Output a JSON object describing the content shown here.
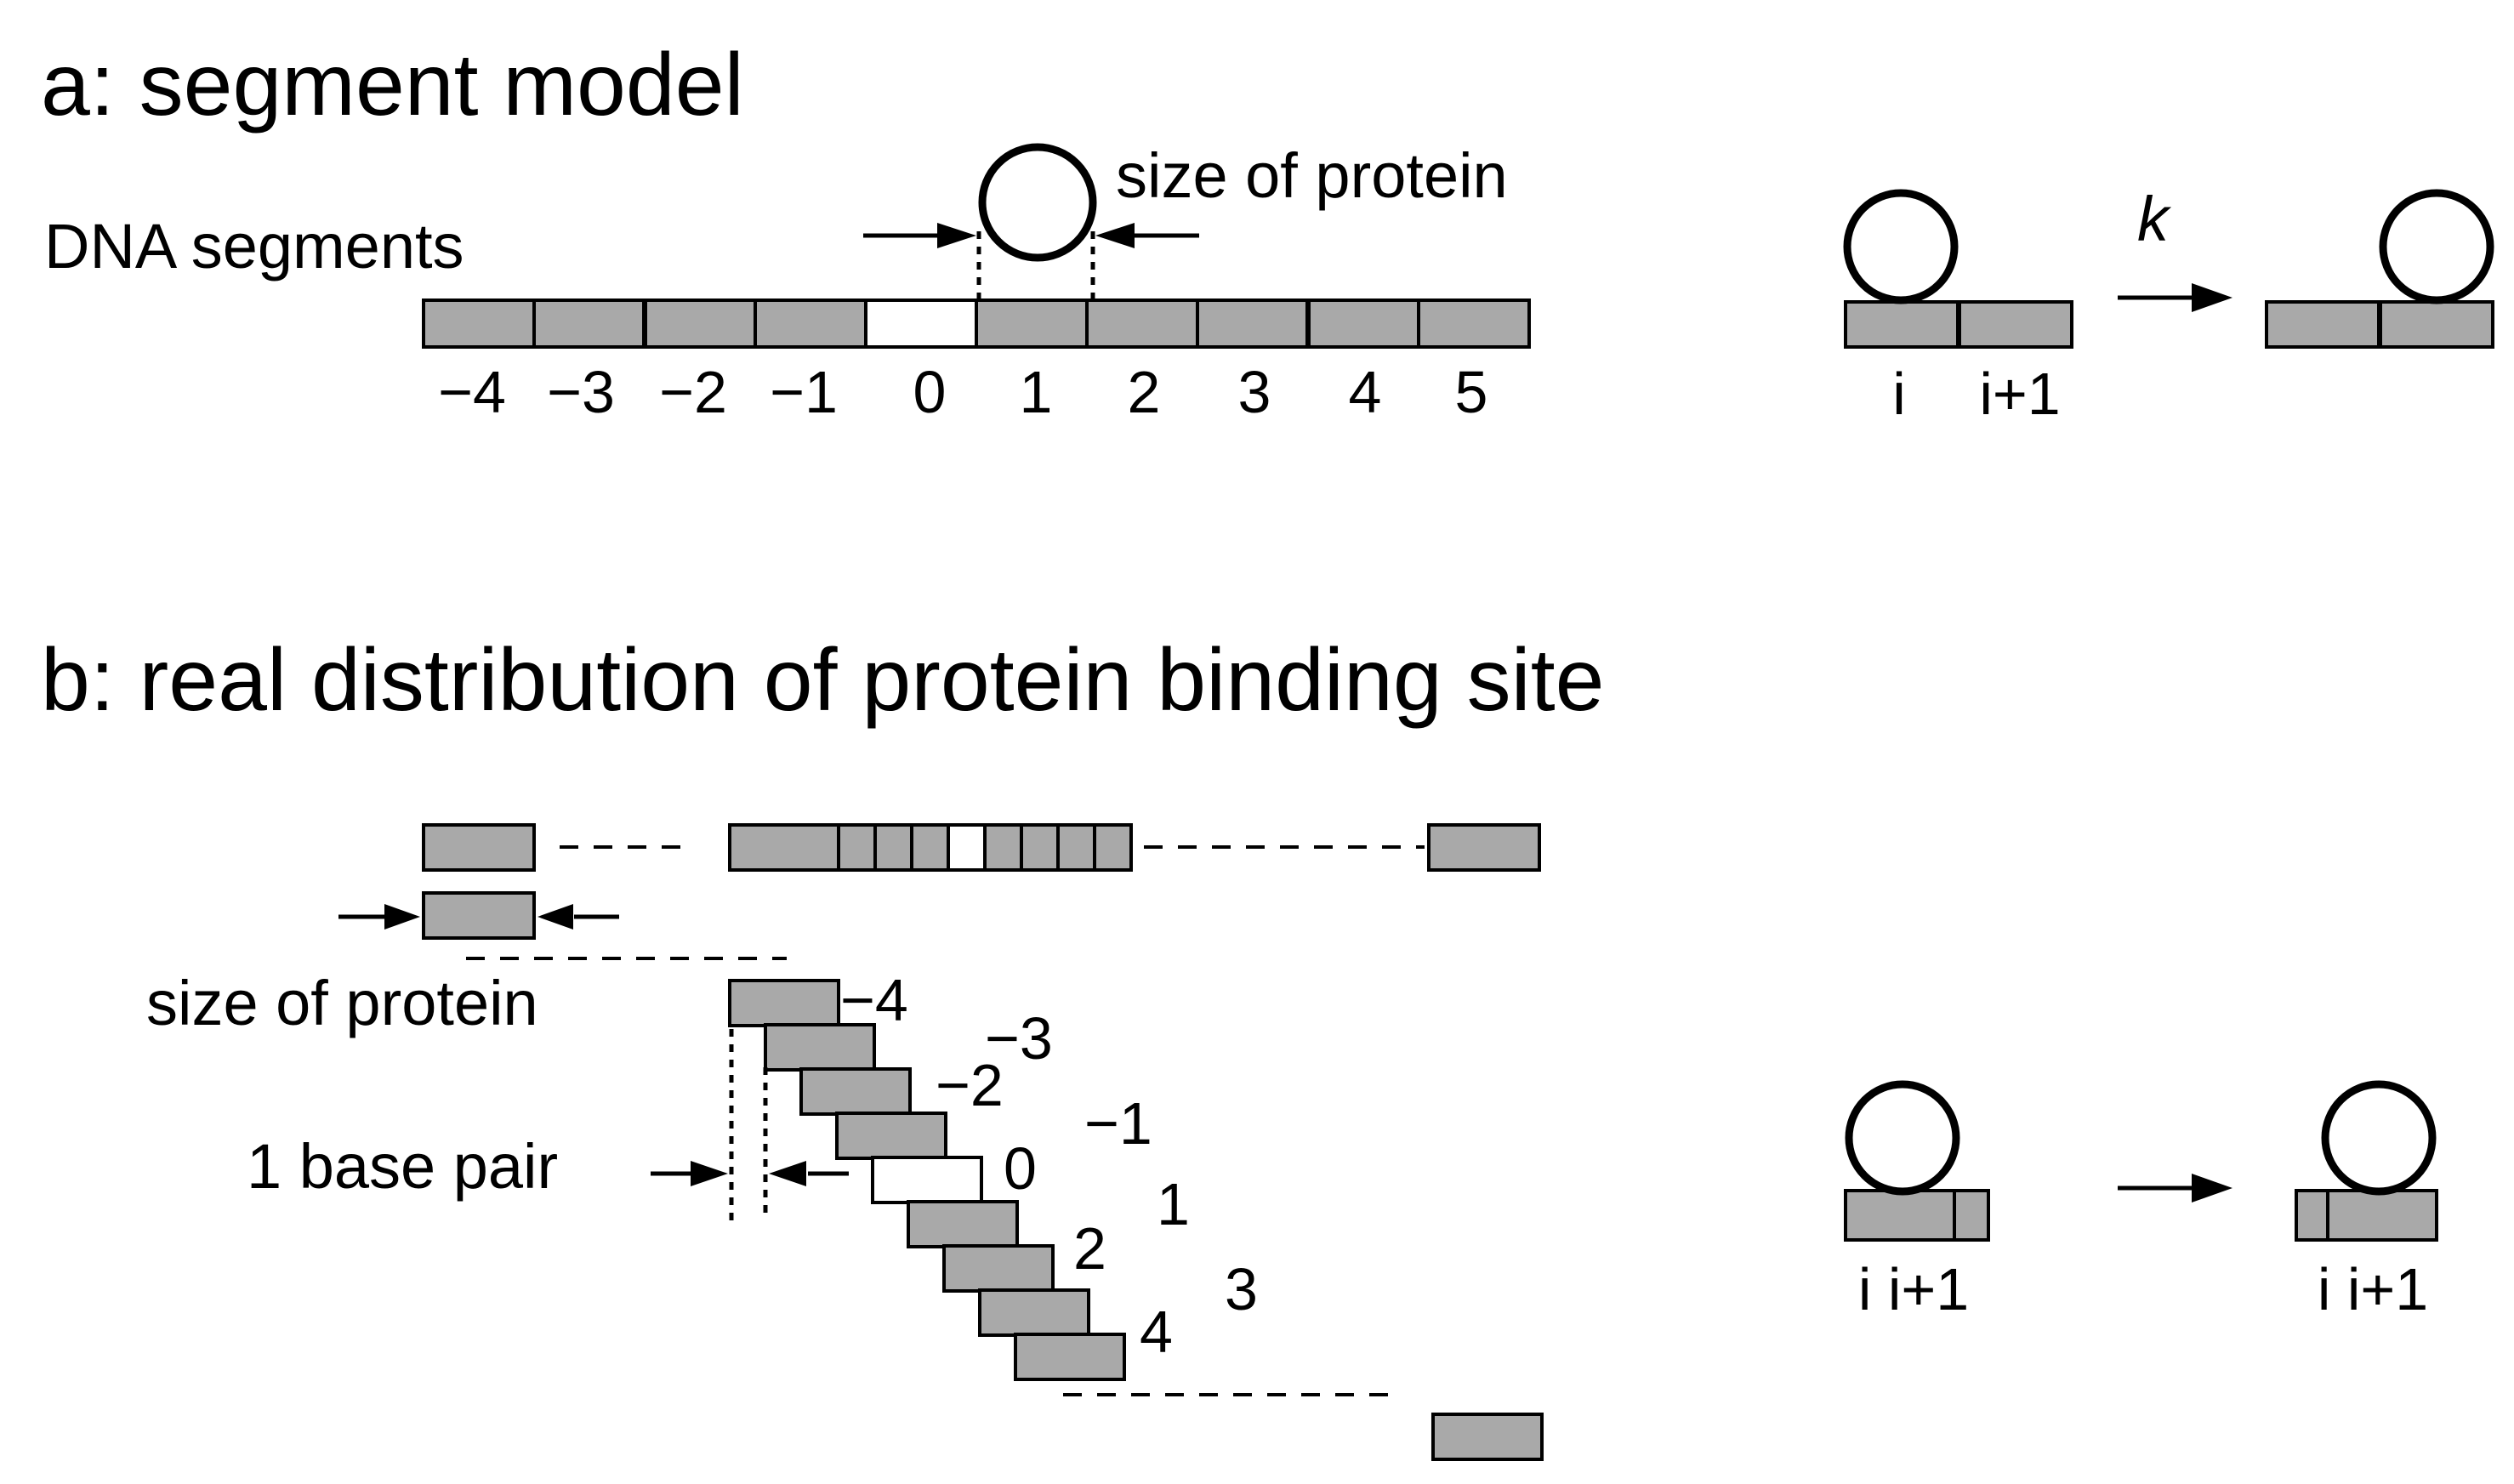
{
  "panel_a": {
    "title": "a: segment model",
    "dna_label": "DNA segments",
    "size_label": "size of protein",
    "segment_labels": [
      "−4",
      "−3",
      "−2",
      "−1",
      "0",
      "1",
      "2",
      "3",
      "4",
      "5"
    ],
    "site_labels": [
      "i",
      "i+1"
    ],
    "rate_label": "k"
  },
  "panel_b": {
    "title": "b: real distribution of protein binding site",
    "size_label": "size of protein",
    "bp_label": "1 base pair",
    "stair_labels": [
      "−4",
      "−3",
      "−2",
      "−1",
      "0",
      "1",
      "2",
      "3",
      "4"
    ],
    "site_labels": [
      "i i+1",
      "i i+1"
    ]
  },
  "colors": {
    "segment_fill": "#a9a9a9",
    "stroke": "#000000",
    "background": "#ffffff"
  }
}
